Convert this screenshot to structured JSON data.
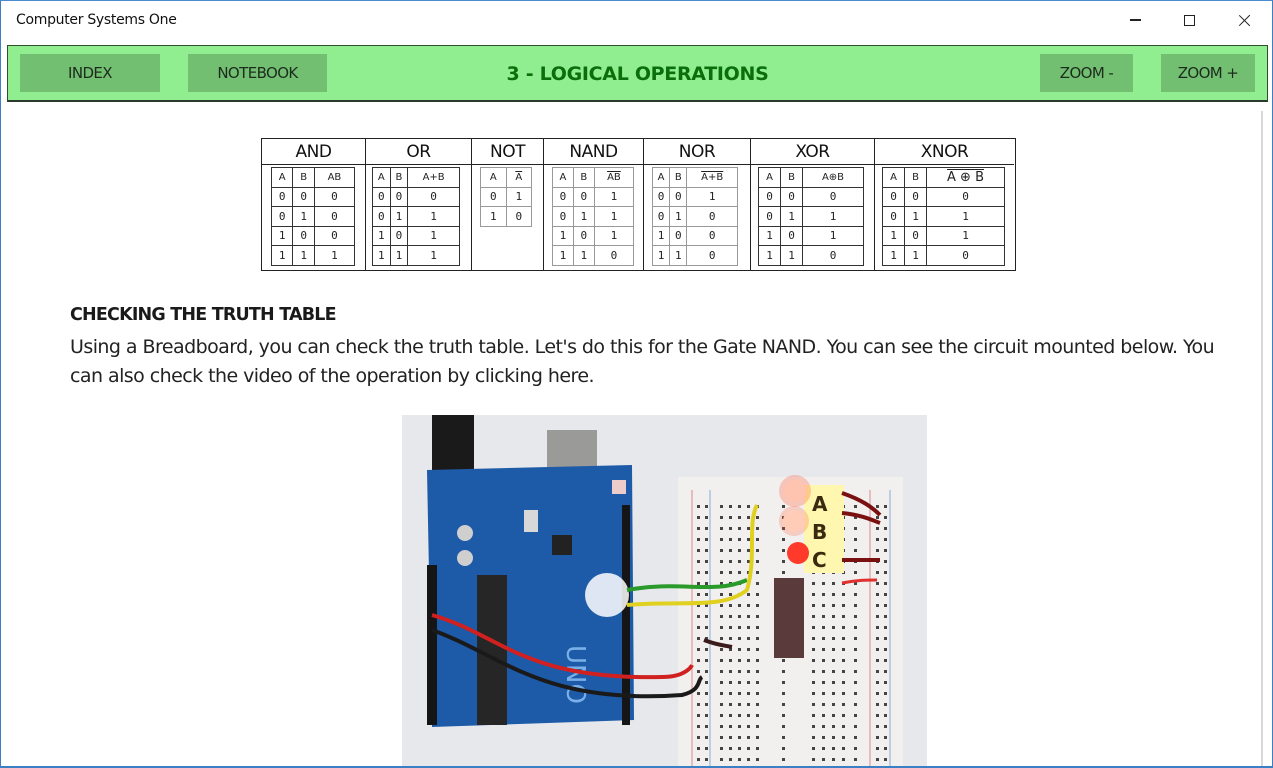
{
  "window": {
    "title": "Computer Systems One",
    "controls": {
      "minimize": "minimize-icon",
      "maximize": "maximize-icon",
      "close": "close-icon"
    }
  },
  "toolbar": {
    "index_label": "INDEX",
    "notebook_label": "NOTEBOOK",
    "chapter_title": "3 - LOGICAL OPERATIONS",
    "zoom_out_label": "ZOOM -",
    "zoom_in_label": "ZOOM +",
    "colors": {
      "bar": "#90ee90",
      "button": "#72bf72",
      "title": "#0a6e0a"
    }
  },
  "truth_tables": [
    {
      "gate": "AND",
      "headers": [
        "A",
        "B",
        "AB"
      ],
      "rows": [
        [
          "0",
          "0",
          "0"
        ],
        [
          "0",
          "1",
          "0"
        ],
        [
          "1",
          "0",
          "0"
        ],
        [
          "1",
          "1",
          "1"
        ]
      ]
    },
    {
      "gate": "OR",
      "headers": [
        "A",
        "B",
        "A+B"
      ],
      "rows": [
        [
          "0",
          "0",
          "0"
        ],
        [
          "0",
          "1",
          "1"
        ],
        [
          "1",
          "0",
          "1"
        ],
        [
          "1",
          "1",
          "1"
        ]
      ]
    },
    {
      "gate": "NOT",
      "headers": [
        "A",
        "A"
      ],
      "rows": [
        [
          "0",
          "1"
        ],
        [
          "1",
          "0"
        ]
      ]
    },
    {
      "gate": "NAND",
      "headers": [
        "A",
        "B",
        "AB"
      ],
      "rows": [
        [
          "0",
          "0",
          "1"
        ],
        [
          "0",
          "1",
          "1"
        ],
        [
          "1",
          "0",
          "1"
        ],
        [
          "1",
          "1",
          "0"
        ]
      ]
    },
    {
      "gate": "NOR",
      "headers": [
        "A",
        "B",
        "A+B"
      ],
      "rows": [
        [
          "0",
          "0",
          "1"
        ],
        [
          "0",
          "1",
          "0"
        ],
        [
          "1",
          "0",
          "0"
        ],
        [
          "1",
          "1",
          "0"
        ]
      ]
    },
    {
      "gate": "XOR",
      "headers": [
        "A",
        "B",
        "A⊕B"
      ],
      "rows": [
        [
          "0",
          "0",
          "0"
        ],
        [
          "0",
          "1",
          "1"
        ],
        [
          "1",
          "0",
          "1"
        ],
        [
          "1",
          "1",
          "0"
        ]
      ]
    },
    {
      "gate": "XNOR",
      "headers": [
        "A",
        "B",
        "A ⊕ B"
      ],
      "rows": [
        [
          "0",
          "0",
          "0"
        ],
        [
          "0",
          "1",
          "1"
        ],
        [
          "1",
          "0",
          "1"
        ],
        [
          "1",
          "1",
          "0"
        ]
      ]
    }
  ],
  "section": {
    "heading": "CHECKING THE TRUTH TABLE",
    "paragraph_part1": "Using a Breadboard, you can check the truth table. Let's do this for the Gate NAND. You can see the circuit mounted below. You can also check the video of the operation by ",
    "link_text": "clicking here",
    "paragraph_part2": "."
  },
  "photo": {
    "description": "Arduino UNO wired to breadboard with NAND chip and three LEDs",
    "led_labels": [
      "A",
      "B",
      "C"
    ],
    "board_text": "UNO"
  }
}
